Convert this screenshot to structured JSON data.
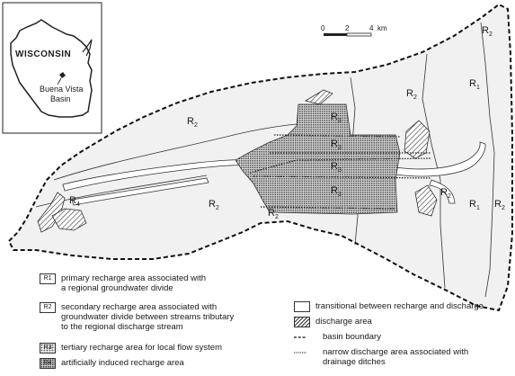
{
  "inset": {
    "state_label": "WISCONSIN",
    "basin_label_line1": "Buena Vista",
    "basin_label_line2": "Basin"
  },
  "scale_bar": {
    "tick_0": "0",
    "tick_2": "2",
    "tick_4": "4",
    "unit": "km"
  },
  "map_labels": {
    "r1": "R",
    "r2": "R",
    "r3": "R",
    "r4": "R",
    "sub_1": "1",
    "sub_2": "2",
    "sub_3": "3",
    "sub_4": "4"
  },
  "legend": {
    "primary_sw": "R1",
    "primary_line1": "primary recharge area associated with",
    "primary_line2": "a regional groundwater divide",
    "secondary_sw": "R2",
    "secondary_line1": "secondary recharge area associated with",
    "secondary_line2": "groundwater divide between streams tributary",
    "secondary_line3": "to the regional discharge stream",
    "tertiary_sw": "R3",
    "tertiary_text": "tertiary recharge area for local flow system",
    "artificial_sw": "R4",
    "artificial_text": "artificially induced recharge area",
    "transitional_text": "transitional between recharge and discharge",
    "discharge_text": "discharge area",
    "boundary_text": "basin boundary",
    "narrow_line1": "narrow discharge area associated with",
    "narrow_line2": "drainage ditches"
  }
}
